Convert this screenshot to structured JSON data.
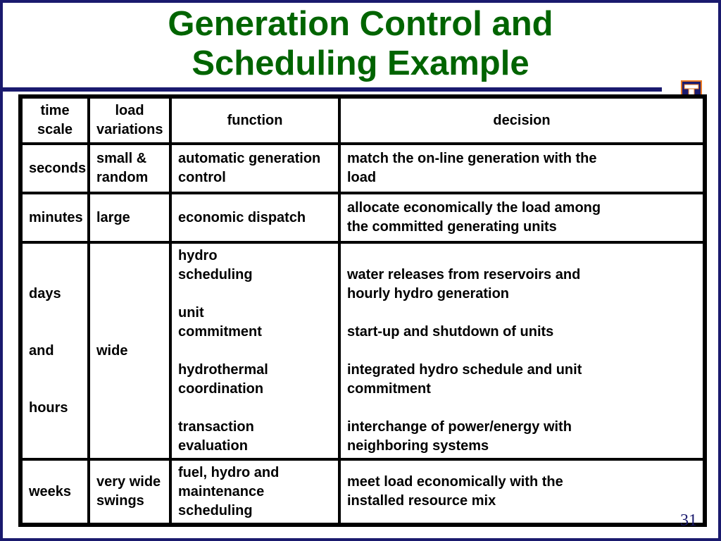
{
  "title": {
    "line1": "Generation Control and",
    "line2": "Scheduling Example"
  },
  "logo": {
    "letter": "I",
    "color": "#1a1a6e",
    "accent": "#e87722"
  },
  "colors": {
    "title": "#006400",
    "border": "#1a1a6e"
  },
  "table": {
    "headers": {
      "time_scale": [
        "time",
        "scale"
      ],
      "load_variations": [
        "load",
        "variations"
      ],
      "function": "function",
      "decision": "decision"
    },
    "rows": {
      "seconds": {
        "time": "seconds",
        "load": [
          "small &",
          "random"
        ],
        "function": [
          "automatic generation",
          "control"
        ],
        "decision": [
          "match the on-line generation with the",
          "load"
        ]
      },
      "minutes": {
        "time": "minutes",
        "load": "large",
        "function": "economic dispatch",
        "decision": [
          "allocate economically the load among",
          "the committed generating units"
        ]
      },
      "days": {
        "time": [
          "days",
          "and",
          "hours"
        ],
        "load": "wide",
        "function": [
          [
            "hydro",
            "scheduling"
          ],
          [
            "unit",
            "commitment"
          ],
          [
            "hydrothermal",
            "coordination"
          ],
          [
            "transaction",
            "evaluation"
          ]
        ],
        "decision": [
          [
            "water releases from reservoirs and",
            "hourly hydro generation"
          ],
          [
            "start-up and shutdown of units"
          ],
          [
            "integrated hydro schedule and unit",
            "commitment"
          ],
          [
            "interchange of power/energy with",
            "neighboring systems"
          ]
        ]
      },
      "weeks": {
        "time": "weeks",
        "load": [
          "very wide",
          "swings"
        ],
        "function": [
          "fuel, hydro and",
          "maintenance",
          "scheduling"
        ],
        "decision": [
          "meet load economically with the",
          "installed resource mix"
        ]
      }
    }
  },
  "page_number": "31"
}
